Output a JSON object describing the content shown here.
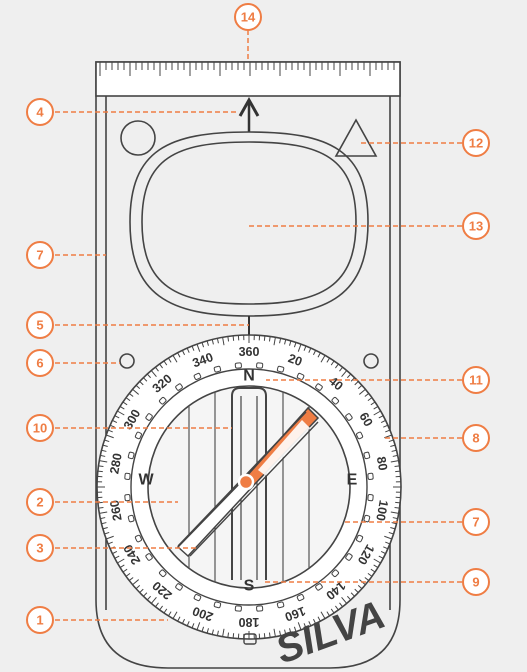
{
  "callouts": [
    {
      "num": "1"
    },
    {
      "num": "2"
    },
    {
      "num": "3"
    },
    {
      "num": "4"
    },
    {
      "num": "5"
    },
    {
      "num": "6"
    },
    {
      "num": "7"
    },
    {
      "num": "7"
    },
    {
      "num": "8"
    },
    {
      "num": "9"
    },
    {
      "num": "10"
    },
    {
      "num": "11"
    },
    {
      "num": "12"
    },
    {
      "num": "13"
    },
    {
      "num": "14"
    }
  ],
  "bezel": {
    "major_labels": [
      "360",
      "20",
      "40",
      "60",
      "80",
      "100",
      "120",
      "140",
      "160",
      "180",
      "200",
      "220",
      "240",
      "260",
      "280",
      "300",
      "320",
      "340"
    ]
  },
  "cardinals": {
    "north": "N",
    "east": "E",
    "south": "S",
    "west": "W"
  },
  "brand": {
    "text": "SILVA"
  },
  "colors": {
    "accent": "#ef7d44",
    "line": "#444444",
    "background": "#efefef",
    "needle_north": "#ef7d44"
  }
}
